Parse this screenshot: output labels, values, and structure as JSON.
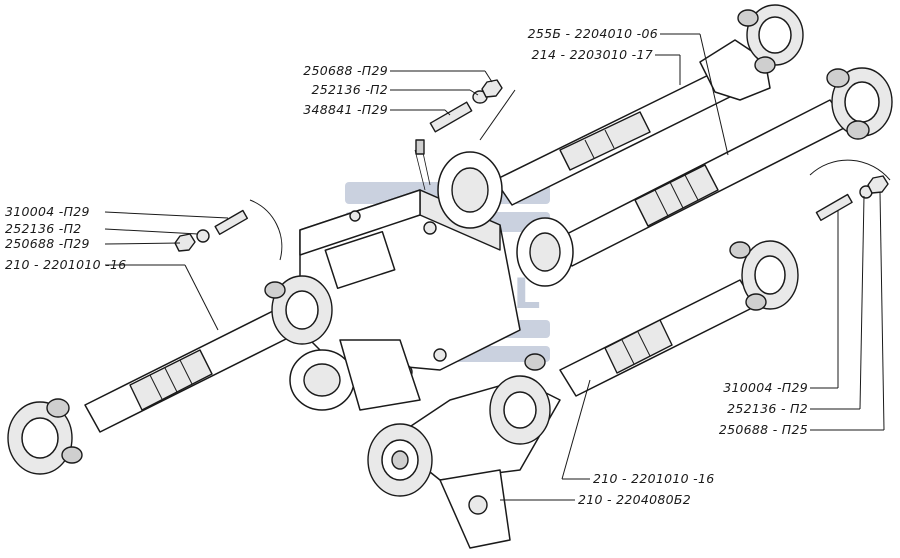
{
  "watermark": {
    "text": "ANTAL",
    "color": "#8a9ab8"
  },
  "labels": {
    "top_250688": "250688 -П29",
    "top_252136": "252136 -П2",
    "top_348841": "348841 -П29",
    "left_310004": "310004 -П29",
    "left_252136": "252136 -П2",
    "left_250688": "250688 -П29",
    "left_shaft": "210 - 2201010 -16",
    "right_2556": "255Б - 2204010 -06",
    "right_214": "214 - 2203010 -17",
    "right_310004": "310004 -П29",
    "right_252136": "252136 - П2",
    "right_250688": "250688 - П25",
    "bottom_shaft": "210 - 2201010 -16",
    "bottom_bracket": "210 - 2204080Б2"
  }
}
